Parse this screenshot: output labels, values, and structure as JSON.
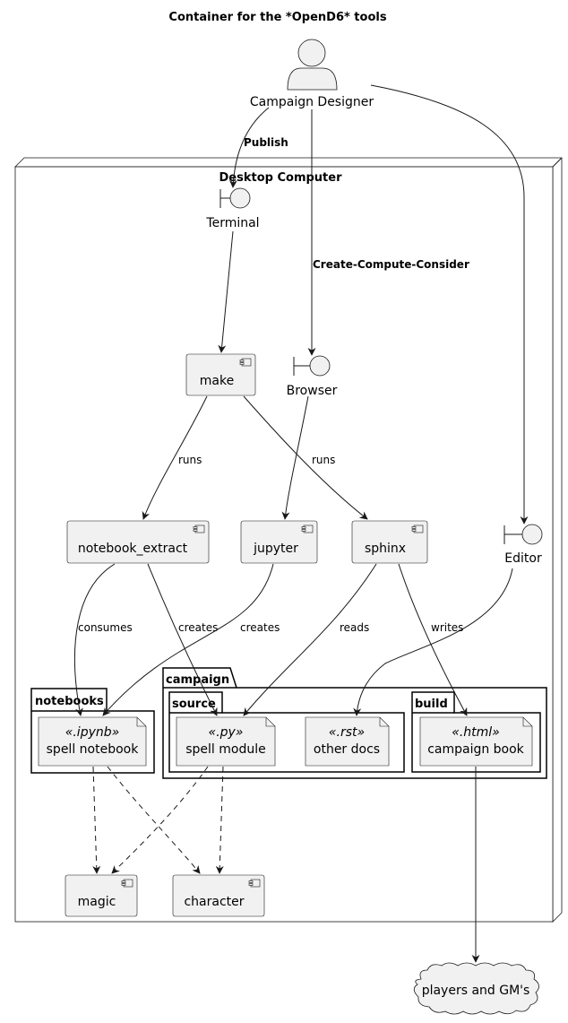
{
  "diagram": {
    "title": "Container for the *OpenD6* tools",
    "actor": {
      "label": "Campaign Designer"
    },
    "node": {
      "label": "Desktop Computer"
    },
    "boundaries": {
      "terminal": "Terminal",
      "browser": "Browser",
      "editor": "Editor"
    },
    "components": {
      "make": "make",
      "notebook_extract": "notebook_extract",
      "jupyter": "jupyter",
      "sphinx": "sphinx",
      "magic": "magic",
      "character": "character"
    },
    "packages": {
      "campaign": "campaign",
      "notebooks": "notebooks",
      "source": "source",
      "build": "build"
    },
    "artifacts": {
      "spell_notebook": {
        "stereotype": "«.ipynb»",
        "label": "spell notebook"
      },
      "spell_module": {
        "stereotype": "«.py»",
        "label": "spell module"
      },
      "other_docs": {
        "stereotype": "«.rst»",
        "label": "other docs"
      },
      "campaign_book": {
        "stereotype": "«.html»",
        "label": "campaign book"
      }
    },
    "cloud": {
      "label": "players and GM's"
    },
    "edge_labels": {
      "publish": "Publish",
      "ccc": "Create-Compute-Consider",
      "runs_left": "runs",
      "runs_right": "runs",
      "consumes": "consumes",
      "creates_1": "creates",
      "creates_2": "creates",
      "reads": "reads",
      "writes": "writes"
    },
    "colors": {
      "fill": "#f1f1f1",
      "stroke": "#181818",
      "background": "#ffffff"
    }
  }
}
